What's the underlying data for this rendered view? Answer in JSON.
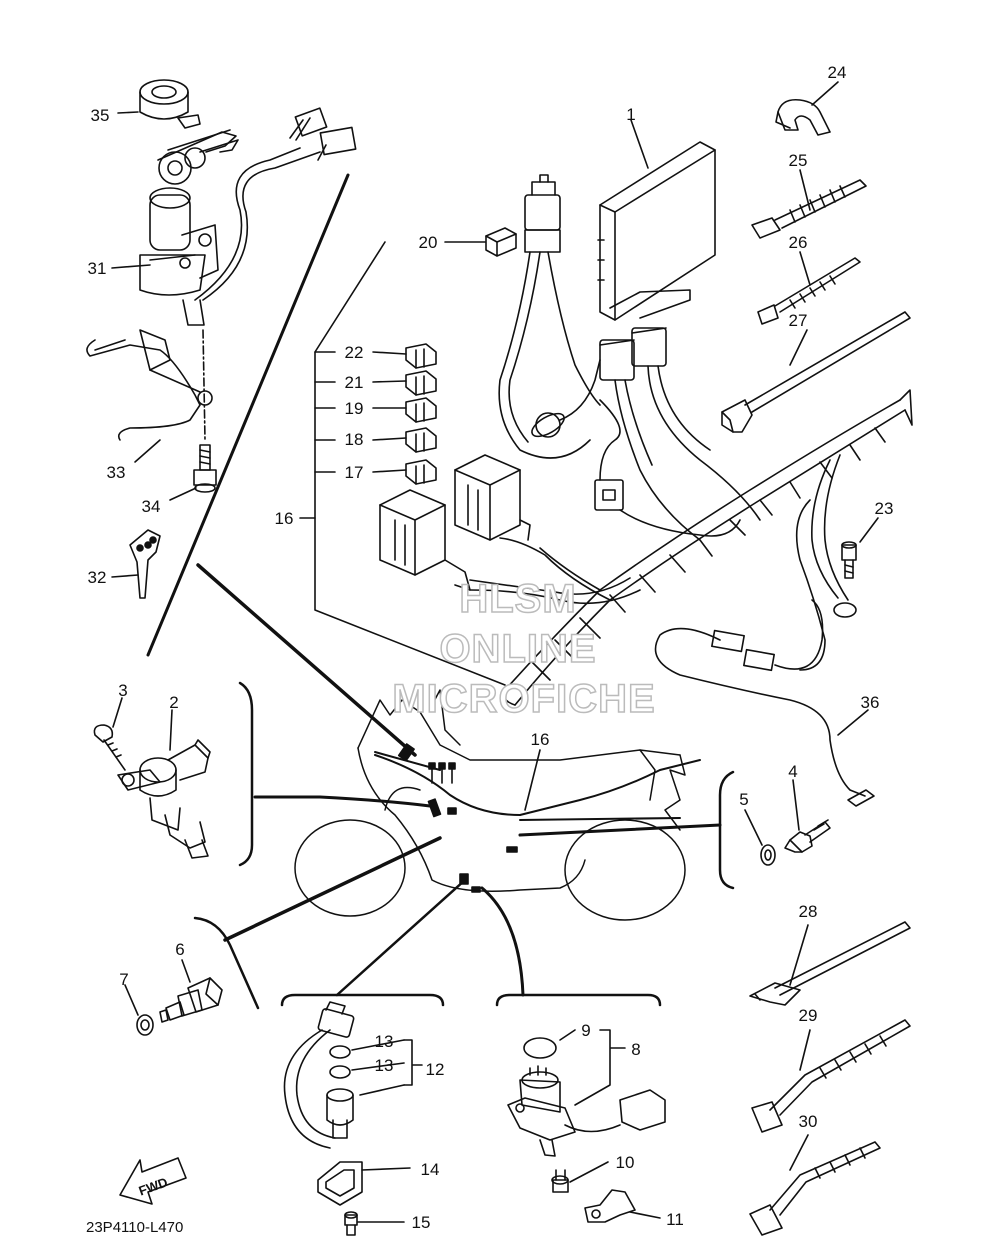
{
  "diagram": {
    "part_labels": [
      "1",
      "2",
      "3",
      "4",
      "5",
      "6",
      "7",
      "8",
      "9",
      "10",
      "11",
      "12",
      "13",
      "13",
      "14",
      "15",
      "16",
      "16",
      "17",
      "18",
      "19",
      "20",
      "21",
      "22",
      "23",
      "24",
      "25",
      "26",
      "27",
      "28",
      "29",
      "30",
      "31",
      "32",
      "33",
      "34",
      "35",
      "36"
    ],
    "watermark": [
      "HLSM",
      "ONLINE",
      "MICROFICHE"
    ],
    "fwd_label": "FWD",
    "drawing_code": "23P4110-L470"
  }
}
